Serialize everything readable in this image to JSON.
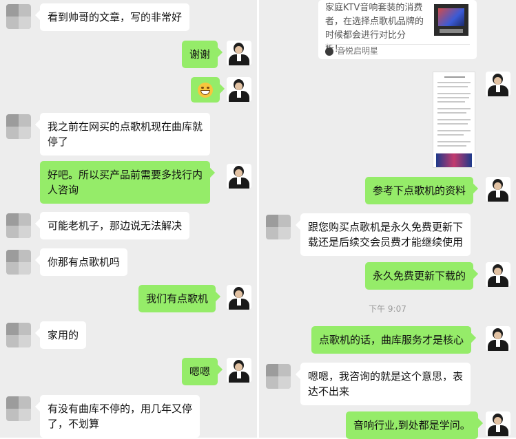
{
  "left_messages": [
    {
      "side": "in",
      "lines": [
        "看到帅哥的文章，写的非常好"
      ]
    },
    {
      "side": "out",
      "lines": [
        "谢谢"
      ]
    },
    {
      "side": "out",
      "emoji": "grin-emoji"
    },
    {
      "side": "in",
      "lines": [
        "我之前在网买的点歌机现在曲库就",
        "停了"
      ]
    },
    {
      "side": "out",
      "lines": [
        "好吧。所以买产品前需要多找行内",
        "人咨询"
      ]
    },
    {
      "side": "in",
      "lines": [
        "可能老机子，那边说无法解决"
      ]
    },
    {
      "side": "in",
      "lines": [
        "你那有点歌机吗"
      ]
    },
    {
      "side": "out",
      "lines": [
        "我们有点歌机"
      ]
    },
    {
      "side": "in",
      "lines": [
        "家用的"
      ]
    },
    {
      "side": "out",
      "lines": [
        "嗯嗯"
      ]
    },
    {
      "side": "in",
      "lines": [
        "有没有曲库不停的，用几年又停",
        "了，不划算"
      ]
    }
  ],
  "right_panel": {
    "link_card": {
      "description": "家庭KTV音响套装的消费者，在选择点歌机品牌的时候都会进行对比分析！...",
      "source": "音悦启明星"
    },
    "messages": [
      {
        "side": "out",
        "lines": [
          "参考下点歌机的资料"
        ]
      },
      {
        "side": "in",
        "lines": [
          "跟您购买点歌机是永久免费更新下",
          "载还是后续交会员费才能继续使用"
        ]
      },
      {
        "side": "out",
        "lines": [
          "永久免费更新下载的"
        ]
      },
      {
        "side": "out",
        "lines": [
          "点歌机的话，曲库服务才是核心"
        ]
      },
      {
        "side": "in",
        "lines": [
          "嗯嗯，我咨询的就是这个意思，表",
          "达不出来"
        ]
      },
      {
        "side": "out",
        "lines": [
          "音响行业,到处都是学问。"
        ]
      }
    ],
    "timestamp": "下午 9:07"
  },
  "colors": {
    "background": "#ededed",
    "outgoing_bubble": "#95ec69",
    "incoming_bubble": "#ffffff"
  }
}
